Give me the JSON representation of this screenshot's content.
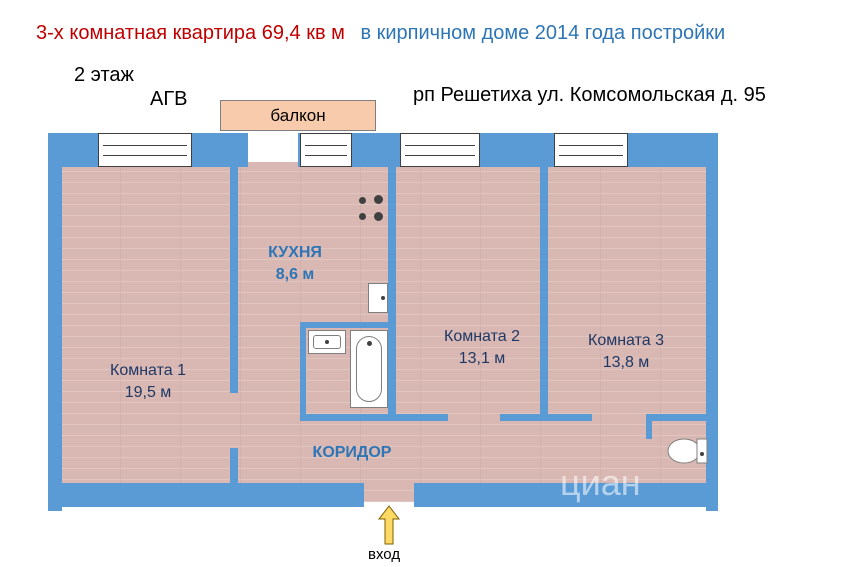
{
  "header": {
    "title_part1": "3-х комнатная квартира 69,4 кв м",
    "title_part2": "в кирпичном доме 2014 года постройки",
    "floor": "2 этаж",
    "heating": "АГВ",
    "address": "рп Решетиха ул. Комсомольская д. 95"
  },
  "plan": {
    "balcony_label": "балкон",
    "rooms": [
      {
        "name": "Комната 1",
        "area": "19,5 м"
      },
      {
        "name": "КУХНЯ",
        "area": "8,6 м"
      },
      {
        "name": "Комната 2",
        "area": "13,1 м"
      },
      {
        "name": "Комната 3",
        "area": "13,8 м"
      },
      {
        "name": "КОРИДОР"
      }
    ],
    "entry_label": "вход"
  },
  "watermark": "циан",
  "colors": {
    "wall": "#5b9bd5",
    "floor": "#d9b8b3",
    "balcony": "#f8cbad",
    "title_red": "#c00000",
    "title_blue": "#2e75b6",
    "entry_arrow": "#ffd966"
  },
  "icons": [
    "stove-icon",
    "sink-icon",
    "bathtub-icon",
    "toilet-icon",
    "entry-arrow-icon"
  ]
}
